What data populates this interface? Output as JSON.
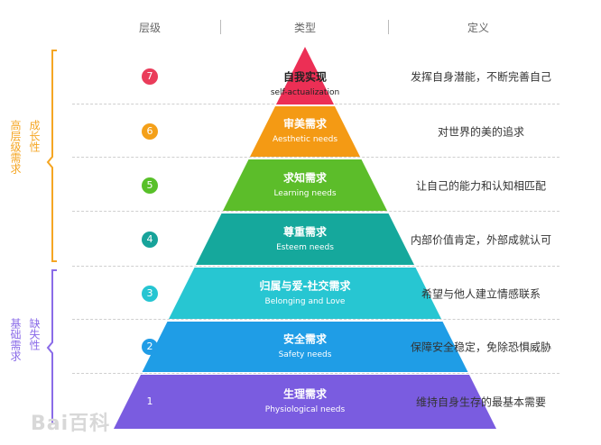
{
  "headers": {
    "level": "层级",
    "type": "类型",
    "definition": "定义"
  },
  "side_labels": {
    "growth": [
      "高层级需求",
      "成长性"
    ],
    "deficiency": [
      "基础需求",
      "缺失性"
    ]
  },
  "levels": [
    {
      "number": "7",
      "zh": "自我实现",
      "en": "self-actualization",
      "definition": "发挥自身潜能，不断完善自己",
      "color": "#ec2f55",
      "circle": "#ea3c5a"
    },
    {
      "number": "6",
      "zh": "审美需求",
      "en": "Aesthetic needs",
      "definition": "对世界的美的追求",
      "color": "#f49a14",
      "circle": "#f4a019"
    },
    {
      "number": "5",
      "zh": "求知需求",
      "en": "Learning needs",
      "definition": "让自己的能力和认知相匹配",
      "color": "#5cbd2a",
      "circle": "#58c029"
    },
    {
      "number": "4",
      "zh": "尊重需求",
      "en": "Esteem needs",
      "definition": "内部价值肯定，外部成就认可",
      "color": "#15a89c",
      "circle": "#17a39a"
    },
    {
      "number": "3",
      "zh": "归属与爱-社交需求",
      "en": "Belonging and Love",
      "definition": "希望与他人建立情感联系",
      "color": "#27c6d2",
      "circle": "#26c5d2"
    },
    {
      "number": "2",
      "zh": "安全需求",
      "en": "Safety needs",
      "definition": "保障安全稳定，免除恐惧威胁",
      "color": "#1f9de6",
      "circle": "#209ce6"
    },
    {
      "number": "1",
      "zh": "生理需求",
      "en": "Physiological needs",
      "definition": "维持自身生存的最基本需要",
      "color": "#7a5ce0",
      "circle": "#7a5ce0"
    }
  ],
  "watermark": "Bai百科",
  "colors": {
    "growth_bracket": "#f5a623",
    "deficiency_bracket": "#8a6be8"
  }
}
